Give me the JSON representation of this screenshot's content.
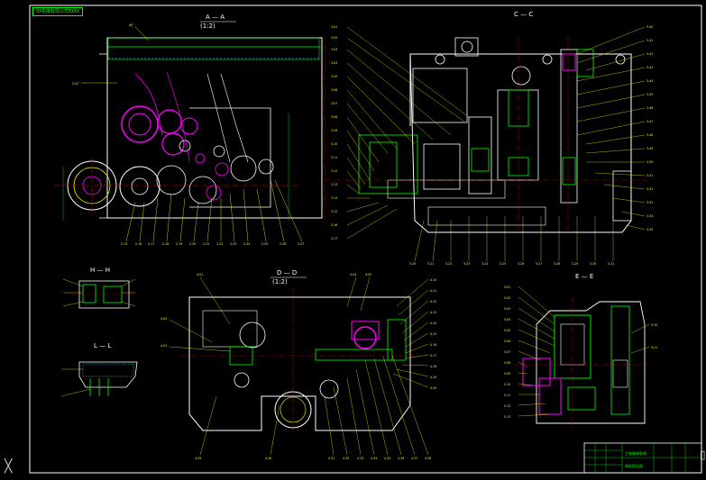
{
  "sheet_tag": "XX机械有限公司XXXX",
  "views": {
    "a": {
      "title": "A — A",
      "scale": "(1:2)"
    },
    "c": {
      "title": "C — C"
    },
    "h": {
      "title": "H — H"
    },
    "l": {
      "title": "L — L"
    },
    "d": {
      "title": "D — D",
      "scale": "(1:2)"
    },
    "e": {
      "title": "E — E"
    }
  },
  "title_block": {
    "line1": "主轴箱装配图",
    "line2": "装配图总图"
  },
  "colors": {
    "line": "#00ff00",
    "leader": "#ffff00",
    "part": "#ff00ff",
    "frame": "#ffffff",
    "center": "#ff0000",
    "aux": "#00ffff"
  }
}
